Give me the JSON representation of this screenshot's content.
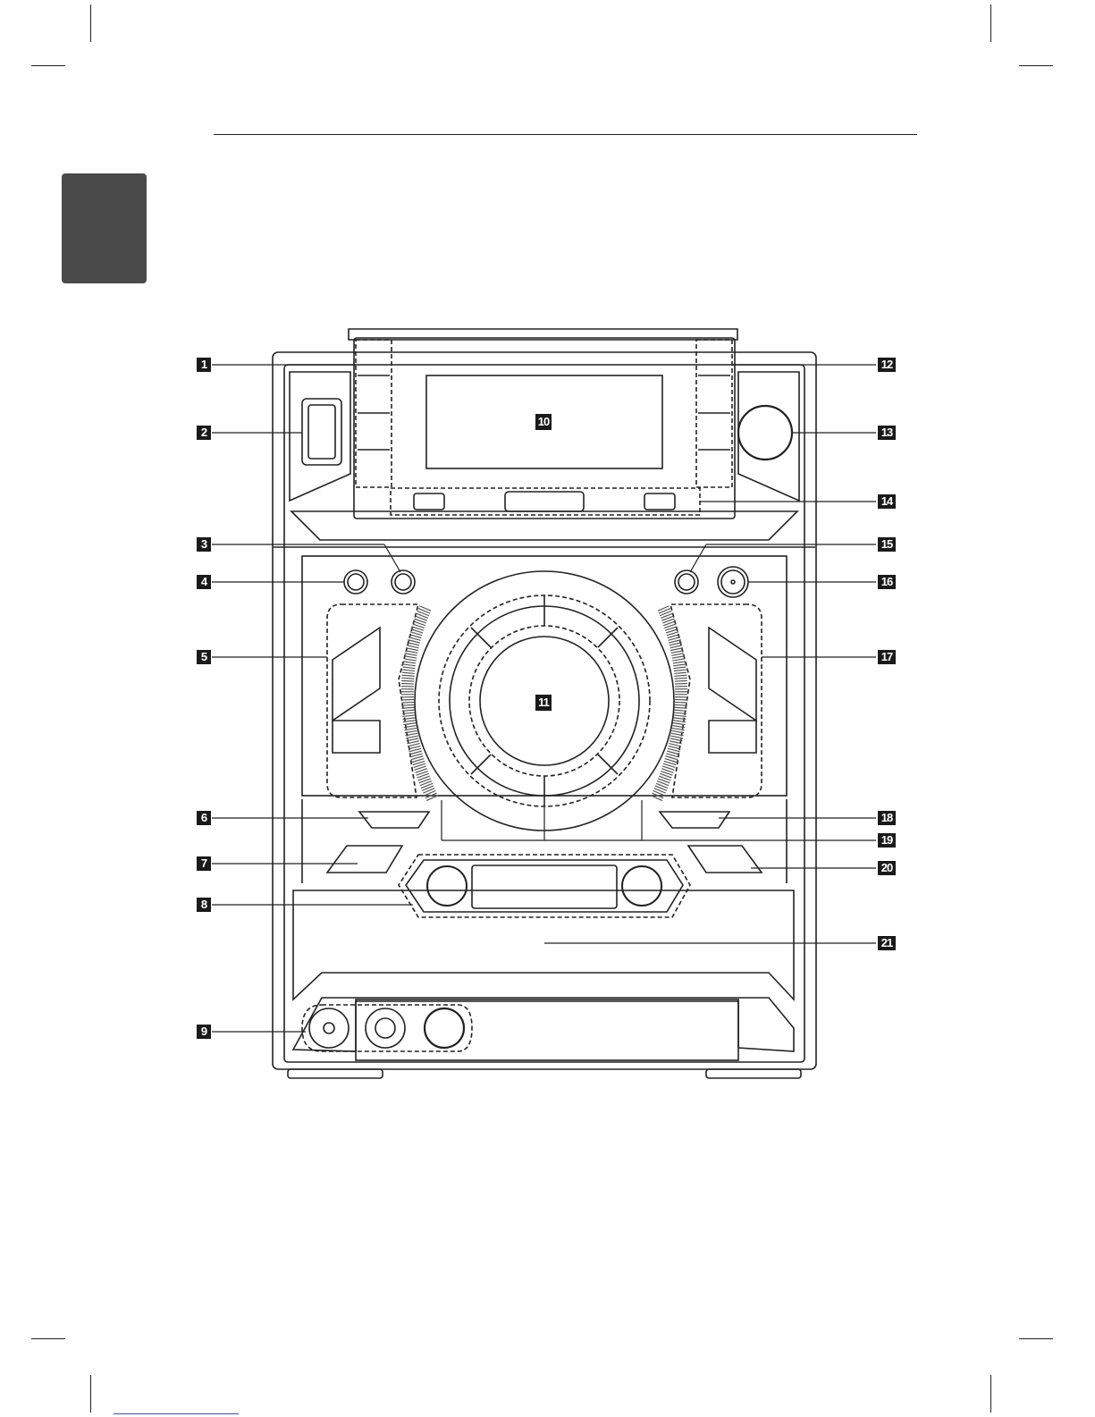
{
  "callouts": {
    "c1": "1",
    "c2": "2",
    "c3": "3",
    "c4": "4",
    "c5": "5",
    "c6": "6",
    "c7": "7",
    "c8": "8",
    "c9": "9",
    "c10": "10",
    "c11": "11",
    "c12": "12",
    "c13": "13",
    "c14": "14",
    "c15": "15",
    "c16": "16",
    "c17": "17",
    "c18": "18",
    "c19": "19",
    "c20": "20",
    "c21": "21"
  },
  "colors": {
    "line": "#222222",
    "tab": "#4a4a4a",
    "callout_bg": "#1a1a1a",
    "link": "#2a4fc7"
  }
}
